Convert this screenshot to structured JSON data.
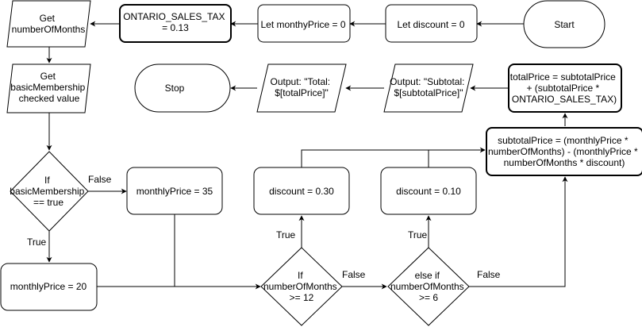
{
  "nodes": {
    "start": "Start",
    "let_discount": "Let discount = 0",
    "let_monthly": "Let monthyPrice = 0",
    "tax_const": [
      "ONTARIO_SALES_TAX",
      "= 0.13"
    ],
    "get_months": [
      "Get",
      "numberOfMonths"
    ],
    "get_basic": [
      "Get",
      "basicMembership",
      "checked value"
    ],
    "if_basic": [
      "If",
      "basicMembership",
      "== true"
    ],
    "monthly_35": "monthlyPrice = 35",
    "monthly_20": "monthlyPrice = 20",
    "if_12": [
      "If",
      "numberOfMonths",
      ">= 12"
    ],
    "discount_30": "discount = 0.30",
    "elseif_6": [
      "else if",
      "numberOfMonths",
      ">= 6"
    ],
    "discount_10": "discount = 0.10",
    "subtotal": [
      "subtotalPrice = (monthlyPrice *",
      "numberOfMonths) -  (monthlyPrice *",
      "numberOfMonths * discount)"
    ],
    "total": [
      "totalPrice = subtotalPrice",
      "+ (subtotalPrice *",
      "ONTARIO_SALES_TAX)"
    ],
    "out_subtotal": [
      "Output: \"Subtotal:",
      "$[subtotalPrice]\""
    ],
    "out_total": [
      "Output: \"Total:",
      "$[totalPrice]\""
    ],
    "stop": "Stop"
  },
  "edge_labels": {
    "basic_false": "False",
    "basic_true": "True",
    "if12_true": "True",
    "if12_false": "False",
    "elseif6_true": "True",
    "elseif6_false": "False"
  }
}
